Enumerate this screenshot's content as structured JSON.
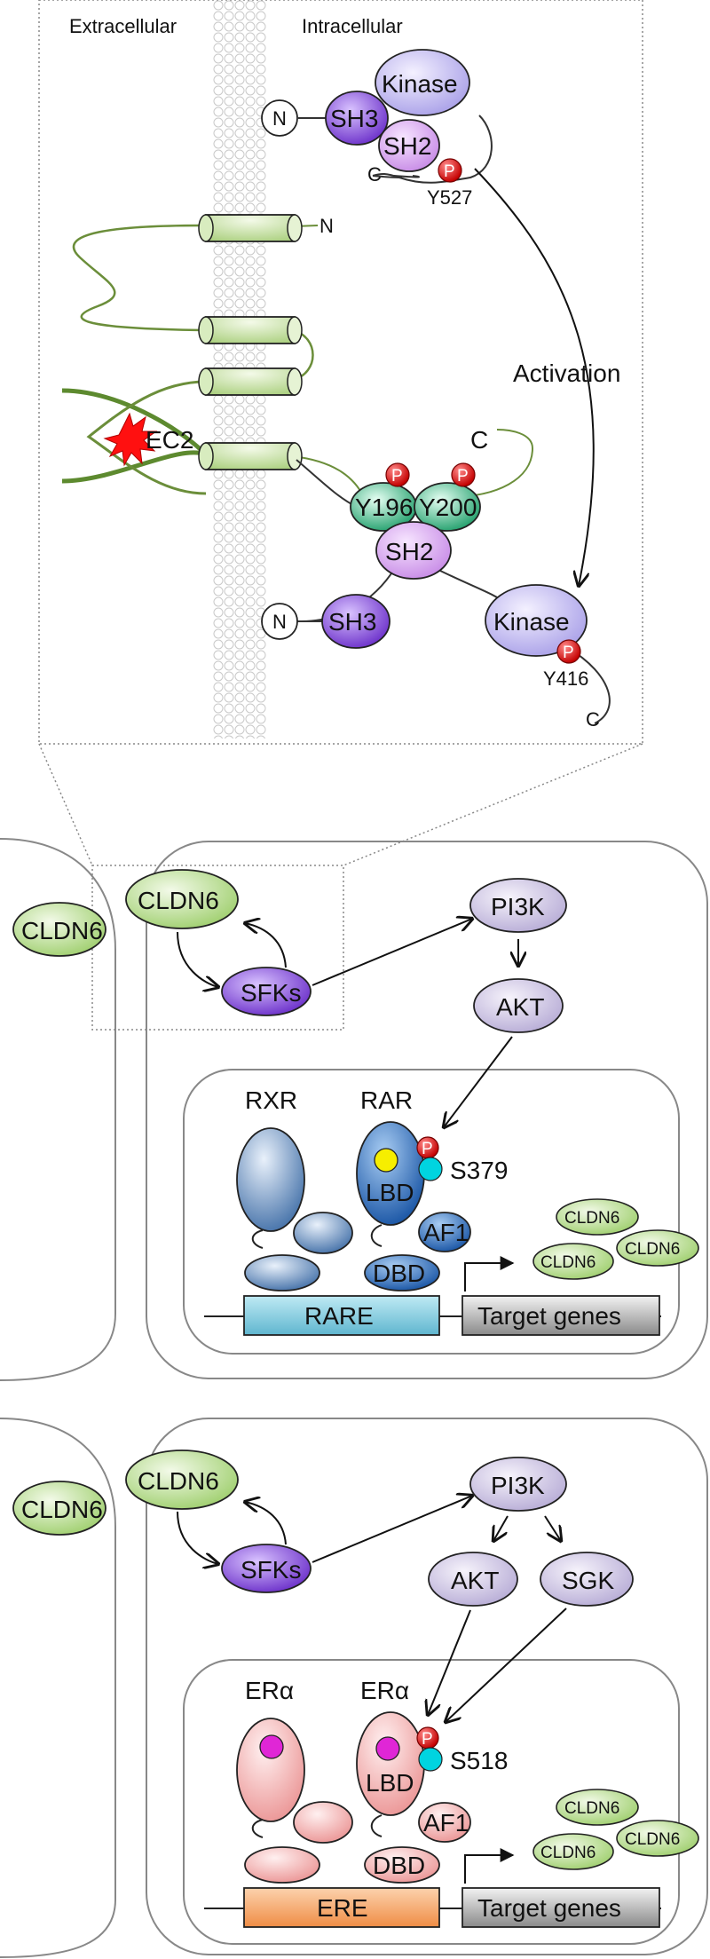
{
  "inset": {
    "extracellular_label": "Extracellular",
    "intracellular_label": "Intracellular",
    "top_src": {
      "n_label": "N",
      "sh3_label": "SH3",
      "kinase_label": "Kinase",
      "sh2_label": "SH2",
      "c_label": "C",
      "p_label": "P",
      "y527_label": "Y527"
    },
    "claudin": {
      "n_label": "N",
      "ec2_label": "EC2",
      "c_label": "C",
      "y196_label": "Y196",
      "y200_label": "Y200",
      "p_label": "P"
    },
    "activation_label": "Activation",
    "bottom_src": {
      "n_label": "N",
      "sh3_label": "SH3",
      "sh2_label": "SH2",
      "kinase_label": "Kinase",
      "p_label": "P",
      "y416_label": "Y416",
      "c_label": "C"
    }
  },
  "panel_rar": {
    "cldn6_outer": "CLDN6",
    "cldn6_inner": "CLDN6",
    "sfks": "SFKs",
    "pi3k": "PI3K",
    "akt": "AKT",
    "rxr": "RXR",
    "rar": "RAR",
    "p_label": "P",
    "site": "S379",
    "lbd": "LBD",
    "af1": "AF1",
    "dbd": "DBD",
    "response_element": "RARE",
    "target_genes": "Target genes",
    "product_labels": [
      "CLDN6",
      "CLDN6",
      "CLDN6"
    ]
  },
  "panel_er": {
    "cldn6_outer": "CLDN6",
    "cldn6_inner": "CLDN6",
    "sfks": "SFKs",
    "pi3k": "PI3K",
    "akt": "AKT",
    "sgk": "SGK",
    "era_left": "ERα",
    "era_right": "ERα",
    "p_label": "P",
    "site": "S518",
    "lbd": "LBD",
    "af1": "AF1",
    "dbd": "DBD",
    "response_element": "ERE",
    "target_genes": "Target genes",
    "product_labels": [
      "CLDN6",
      "CLDN6",
      "CLDN6"
    ]
  },
  "colors": {
    "claudin_green": "#c9e6a6",
    "src_purple": "#7a3fcf",
    "pi3k_lavender": "#cfc6e4",
    "rar_blue": "#3f7cc4",
    "er_pink": "#f5b4b4",
    "phospho_red": "#e01010",
    "serine_cyan": "#00d4e0",
    "rare_teal": "#8fd3e3",
    "ere_orange": "#f7a46a",
    "target_gray": "#8a8a8a"
  }
}
